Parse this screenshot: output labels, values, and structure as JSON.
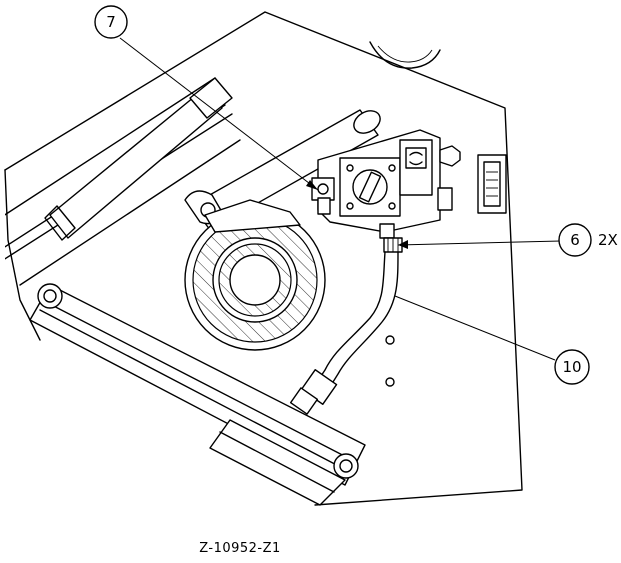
{
  "callouts": [
    {
      "id": "7",
      "label": "7",
      "qty": ""
    },
    {
      "id": "6",
      "label": "6",
      "qty": "2X"
    },
    {
      "id": "10",
      "label": "10",
      "qty": ""
    }
  ],
  "drawing_number": "Z-10952-Z1"
}
